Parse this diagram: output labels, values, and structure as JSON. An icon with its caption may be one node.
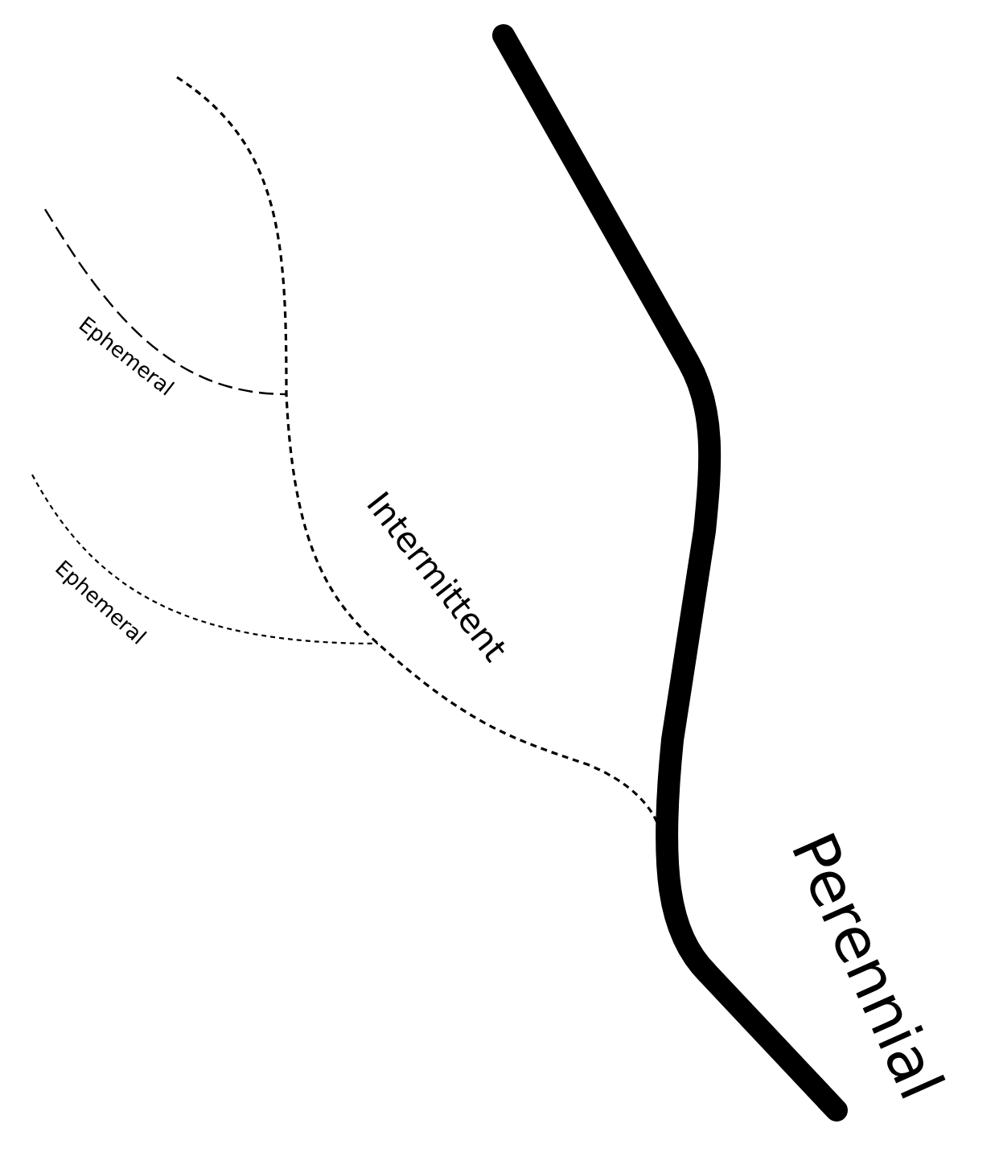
{
  "diagram": {
    "labels": [
      "Ephemeral",
      "Intermittent",
      "Ephemeral",
      "Perennial"
    ]
  }
}
